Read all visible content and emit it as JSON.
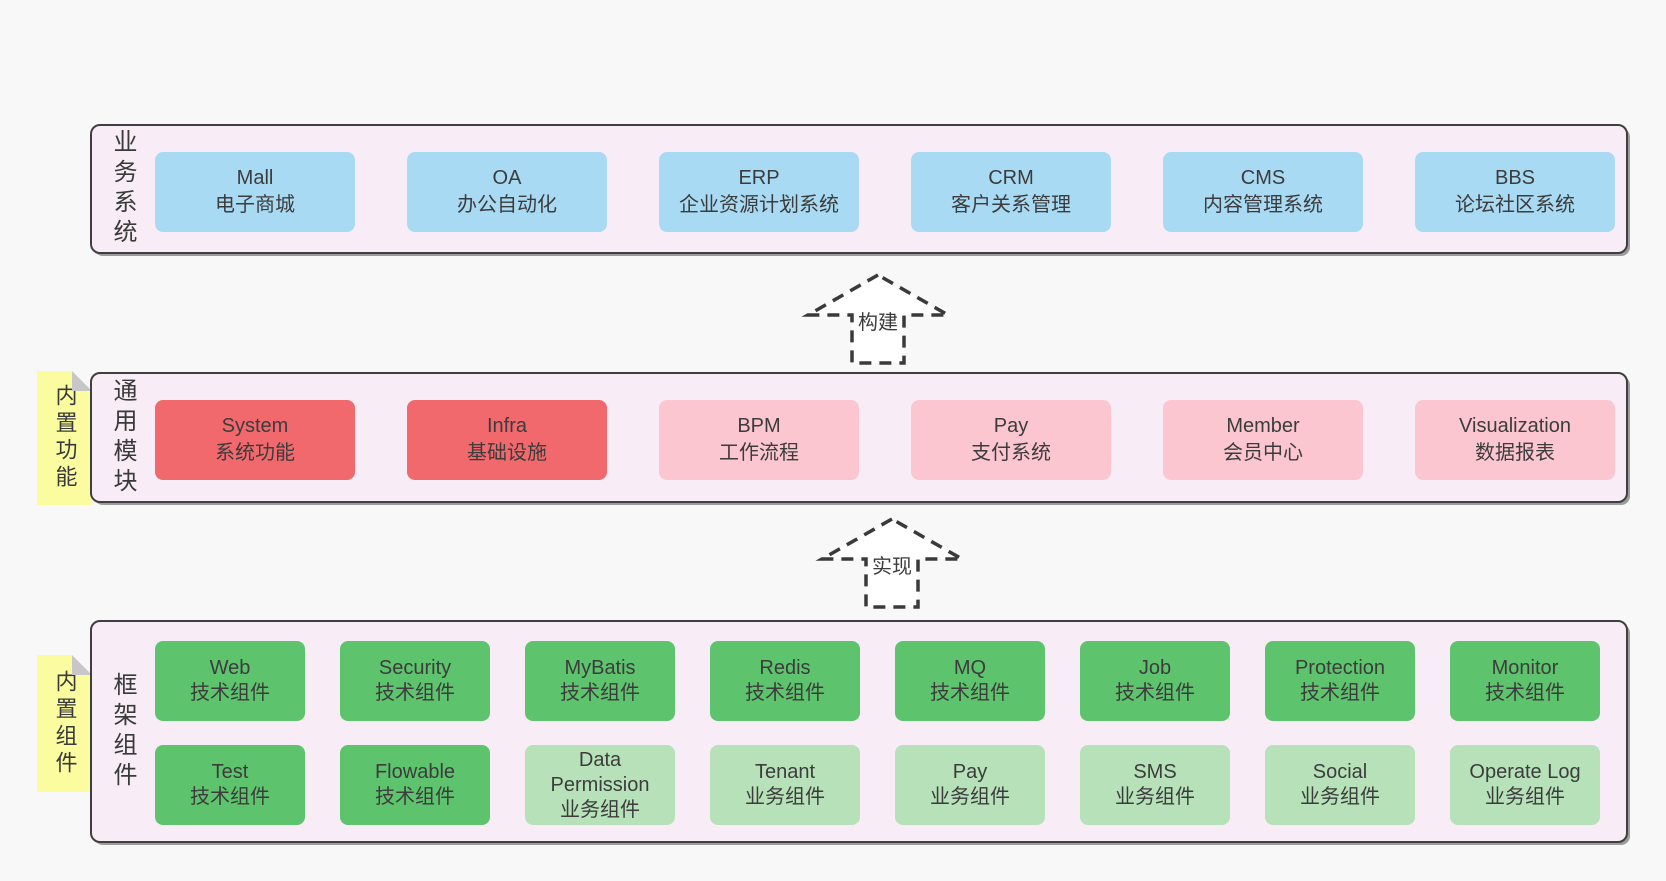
{
  "palette": {
    "page_bg": "#f8f8f8",
    "panel_bg": "#f8edf6",
    "panel_border": "#3f3f3f",
    "blue": "#a9daf3",
    "red": "#f2696d",
    "pink": "#fbc6d0",
    "green_dark": "#5ec36d",
    "green_light": "#b7e2b9",
    "sticky_yellow": "#fbfba0",
    "sticky_fold": "#c7c7ca",
    "text": "#3c3c3c"
  },
  "arrows": {
    "build": "构建",
    "implement": "实现"
  },
  "sections": {
    "business": {
      "side_label": "业务系统",
      "boxes": [
        {
          "name": "Mall",
          "sub": "电子商城"
        },
        {
          "name": "OA",
          "sub": "办公自动化"
        },
        {
          "name": "ERP",
          "sub": "企业资源计划系统"
        },
        {
          "name": "CRM",
          "sub": "客户关系管理"
        },
        {
          "name": "CMS",
          "sub": "内容管理系统"
        },
        {
          "name": "BBS",
          "sub": "论坛社区系统"
        }
      ]
    },
    "modules": {
      "sticky": "内置功能",
      "side_label": "通用模块",
      "boxes": [
        {
          "name": "System",
          "sub": "系统功能"
        },
        {
          "name": "Infra",
          "sub": "基础设施"
        },
        {
          "name": "BPM",
          "sub": "工作流程"
        },
        {
          "name": "Pay",
          "sub": "支付系统"
        },
        {
          "name": "Member",
          "sub": "会员中心"
        },
        {
          "name": "Visualization",
          "sub": "数据报表"
        }
      ]
    },
    "components": {
      "sticky": "内置组件",
      "side_label": "框架组件",
      "row1": [
        {
          "name": "Web",
          "sub": "技术组件"
        },
        {
          "name": "Security",
          "sub": "技术组件"
        },
        {
          "name": "MyBatis",
          "sub": "技术组件"
        },
        {
          "name": "Redis",
          "sub": "技术组件"
        },
        {
          "name": "MQ",
          "sub": "技术组件"
        },
        {
          "name": "Job",
          "sub": "技术组件"
        },
        {
          "name": "Protection",
          "sub": "技术组件"
        },
        {
          "name": "Monitor",
          "sub": "技术组件"
        }
      ],
      "row2": [
        {
          "name": "Test",
          "sub": "技术组件"
        },
        {
          "name": "Flowable",
          "sub": "技术组件"
        },
        {
          "name": "Data Permission",
          "sub": "业务组件"
        },
        {
          "name": "Tenant",
          "sub": "业务组件"
        },
        {
          "name": "Pay",
          "sub": "业务组件"
        },
        {
          "name": "SMS",
          "sub": "业务组件"
        },
        {
          "name": "Social",
          "sub": "业务组件"
        },
        {
          "name": "Operate Log",
          "sub": "业务组件"
        }
      ]
    }
  }
}
